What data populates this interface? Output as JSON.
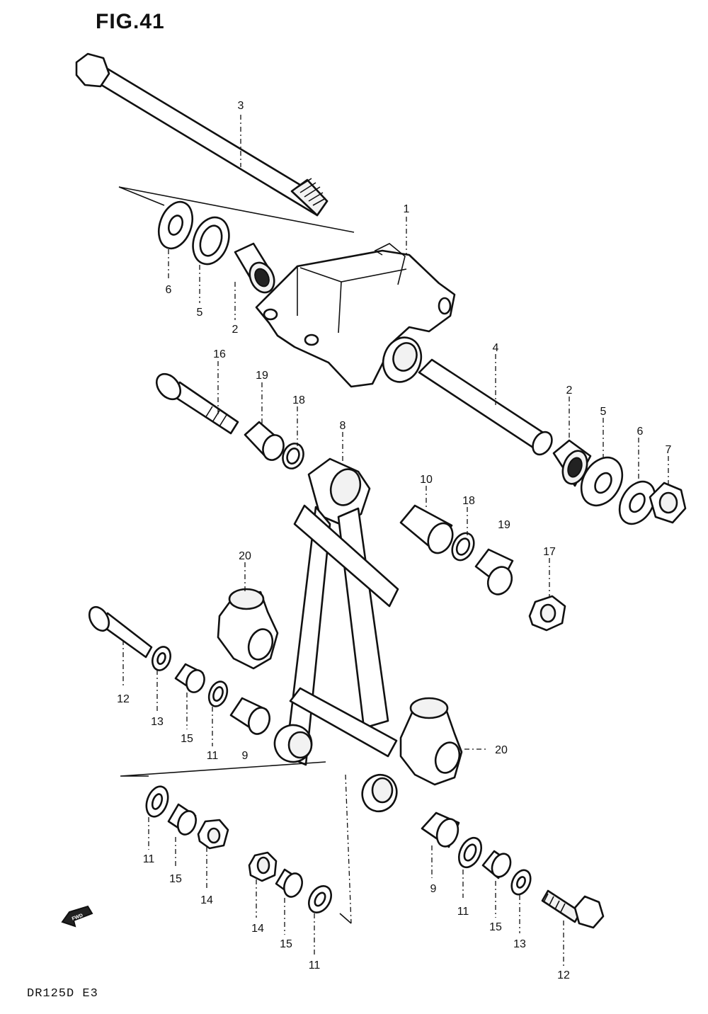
{
  "figure_title": "FIG.41",
  "model_code": "DR125D  E3",
  "fwd_marker": "FWD",
  "callouts": [
    {
      "id": "c3",
      "text": "3"
    },
    {
      "id": "c1",
      "text": "1"
    },
    {
      "id": "c6a",
      "text": "6"
    },
    {
      "id": "c5a",
      "text": "5"
    },
    {
      "id": "c2a",
      "text": "2"
    },
    {
      "id": "c16",
      "text": "16"
    },
    {
      "id": "c19a",
      "text": "19"
    },
    {
      "id": "c18a",
      "text": "18"
    },
    {
      "id": "c4",
      "text": "4"
    },
    {
      "id": "c2b",
      "text": "2"
    },
    {
      "id": "c5b",
      "text": "5"
    },
    {
      "id": "c6b",
      "text": "6"
    },
    {
      "id": "c7",
      "text": "7"
    },
    {
      "id": "c8",
      "text": "8"
    },
    {
      "id": "c10",
      "text": "10"
    },
    {
      "id": "c18b",
      "text": "18"
    },
    {
      "id": "c19b",
      "text": "19"
    },
    {
      "id": "c17",
      "text": "17"
    },
    {
      "id": "c20a",
      "text": "20"
    },
    {
      "id": "c12a",
      "text": "12"
    },
    {
      "id": "c13a",
      "text": "13"
    },
    {
      "id": "c15a",
      "text": "15"
    },
    {
      "id": "c11a",
      "text": "11"
    },
    {
      "id": "c9a",
      "text": "9"
    },
    {
      "id": "c20b",
      "text": "20"
    },
    {
      "id": "c11b",
      "text": "11"
    },
    {
      "id": "c15b",
      "text": "15"
    },
    {
      "id": "c14a",
      "text": "14"
    },
    {
      "id": "c14b",
      "text": "14"
    },
    {
      "id": "c15c",
      "text": "15"
    },
    {
      "id": "c11c",
      "text": "11"
    },
    {
      "id": "c9b",
      "text": "9"
    },
    {
      "id": "c11d",
      "text": "11"
    },
    {
      "id": "c15d",
      "text": "15"
    },
    {
      "id": "c13b",
      "text": "13"
    },
    {
      "id": "c12b",
      "text": "12"
    }
  ]
}
